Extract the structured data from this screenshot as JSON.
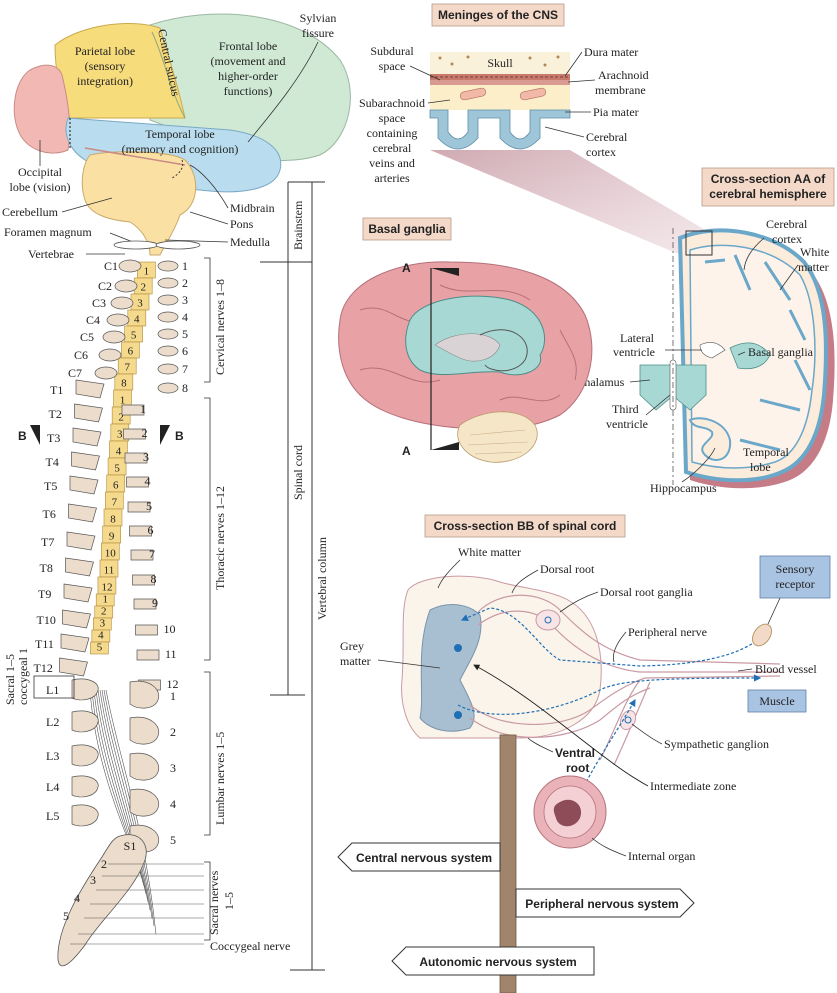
{
  "brain": {
    "parietal": "Parietal lobe",
    "parietal2": "(sensory",
    "parietal3": "integration)",
    "central_sulcus": "Central sulcus",
    "frontal": "Frontal lobe",
    "frontal2": "(movement and",
    "frontal3": "higher-order",
    "frontal4": "functions)",
    "sylvian": "Sylvian",
    "sylvian2": "fissure",
    "temporal": "Temporal lobe",
    "temporal2": "(memory and cognition)",
    "occipital": "Occipital",
    "occipital2": "lobe (vision)",
    "cerebellum": "Cerebellum",
    "midbrain": "Midbrain",
    "pons": "Pons",
    "medulla": "Medulla",
    "foramen": "Foramen magnum",
    "vertebrae": "Vertebrae",
    "brainstem": "Brainstem"
  },
  "spine": {
    "cervical_labels": [
      "C1",
      "C2",
      "C3",
      "C4",
      "C5",
      "C6",
      "C7"
    ],
    "thoracic_labels": [
      "T1",
      "T2",
      "T3",
      "T4",
      "T5",
      "T6",
      "T7",
      "T8",
      "T9",
      "T10",
      "T11",
      "T12"
    ],
    "lumbar_labels": [
      "L1",
      "L2",
      "L3",
      "L4",
      "L5"
    ],
    "cord_cervical": [
      "1",
      "2",
      "3",
      "4",
      "5",
      "6",
      "7",
      "8"
    ],
    "cord_thoracic": [
      "1",
      "2",
      "3",
      "4",
      "5",
      "6",
      "7",
      "8",
      "9",
      "10",
      "11",
      "12"
    ],
    "cord_lumbar": [
      "1",
      "2",
      "3",
      "4",
      "5"
    ],
    "nerve_cervical": [
      "1",
      "2",
      "3",
      "4",
      "5",
      "6",
      "7",
      "8"
    ],
    "nerve_thoracic": [
      "1",
      "2",
      "3",
      "4",
      "5",
      "6",
      "7",
      "8",
      "9",
      "10",
      "11",
      "12"
    ],
    "nerve_lumbar": [
      "1",
      "2",
      "3",
      "4",
      "5"
    ],
    "sacral_nums": [
      "S1",
      "2",
      "3",
      "4",
      "5"
    ],
    "b_marker": "B",
    "cervical_nerves": "Cervical nerves 1–8",
    "thoracic_nerves": "Thoracic nerves 1–12",
    "lumbar_nerves": "Lumbar nerves 1–5",
    "sacral_nerves": "Sacral nerves",
    "sacral_nerves2": "1–5",
    "coccygeal_nerve": "Coccygeal nerve",
    "sacral_side": "Sacral 1–5",
    "coccygeal_side": "coccygeal 1",
    "spinal_cord": "Spinal cord",
    "vertebral_column": "Vertebral column"
  },
  "meninges": {
    "title": "Meninges of the CNS",
    "subdural": "Subdural",
    "subdural2": "space",
    "skull": "Skull",
    "dura": "Dura mater",
    "arachnoid": "Arachnoid",
    "arachnoid2": "membrane",
    "pia": "Pia mater",
    "subarachnoid": "Subarachnoid",
    "subarachnoid2": "space",
    "subarachnoid3": "containing",
    "subarachnoid4": "cerebral",
    "subarachnoid5": "veins and",
    "subarachnoid6": "arteries",
    "cortex": "Cerebral",
    "cortex2": "cortex"
  },
  "basal": {
    "title": "Basal ganglia",
    "a": "A"
  },
  "cross_aa": {
    "title": "Cross-section AA of",
    "title2": "cerebral hemisphere",
    "cortex": "Cerebral",
    "cortex2": "cortex",
    "white": "White",
    "white2": "matter",
    "lateral": "Lateral",
    "lateral2": "ventricle",
    "basal": "Basal ganglia",
    "thalamus": "Thalamus",
    "third": "Third",
    "third2": "ventricle",
    "temporal": "Temporal",
    "temporal2": "lobe",
    "hippocampus": "Hippocampus"
  },
  "cross_bb": {
    "title": "Cross-section BB of spinal cord",
    "white": "White matter",
    "dorsal_root": "Dorsal root",
    "dorsal_ganglia": "Dorsal root ganglia",
    "sensory": "Sensory",
    "sensory2": "receptor",
    "peripheral": "Peripheral nerve",
    "grey": "Grey",
    "grey2": "matter",
    "blood": "Blood vessel",
    "muscle": "Muscle",
    "sympathetic": "Sympathetic ganglion",
    "ventral": "Ventral",
    "ventral2": "root",
    "intermediate": "Intermediate zone",
    "organ": "Internal organ"
  },
  "signpost": {
    "cns": "Central nervous system",
    "pns": "Peripheral nervous system",
    "ans": "Autonomic nervous system"
  },
  "colors": {
    "parietal": "#f7dc7c",
    "frontal": "#cfe9d4",
    "temporal": "#b9dcee",
    "occipital": "#f2b9b4",
    "brainstem": "#fbe0a3",
    "cord": "#f5d98c",
    "vertebra": "#ecdccb",
    "brain_pink": "#e8a2a6",
    "ventricle": "#a8d8d4",
    "header": "#f4d9c9",
    "box_blue": "#a9c3e2",
    "grey_matter": "#a8bfd1",
    "nerve_blue": "#1f6fb5",
    "post": "#a0856c"
  }
}
